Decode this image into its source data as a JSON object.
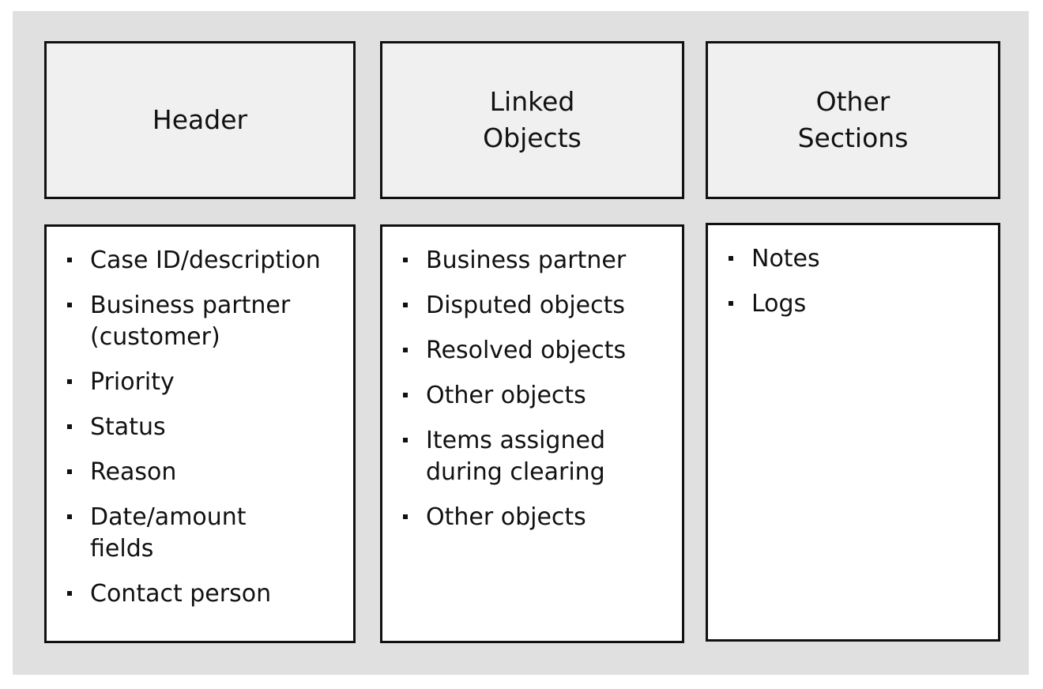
{
  "columns": [
    {
      "title": "Header",
      "items": [
        "Case ID/description",
        "Business partner\n(customer)",
        "Priority",
        "Status",
        "Reason",
        "Date/amount\nfields",
        "Contact person"
      ]
    },
    {
      "title": "Linked\nObjects",
      "items": [
        "Business partner",
        "Disputed objects",
        "Resolved objects",
        "Other objects",
        "Items assigned\nduring clearing",
        "Other objects"
      ]
    },
    {
      "title": "Other\nSections",
      "items": [
        "Notes",
        "Logs"
      ]
    }
  ]
}
